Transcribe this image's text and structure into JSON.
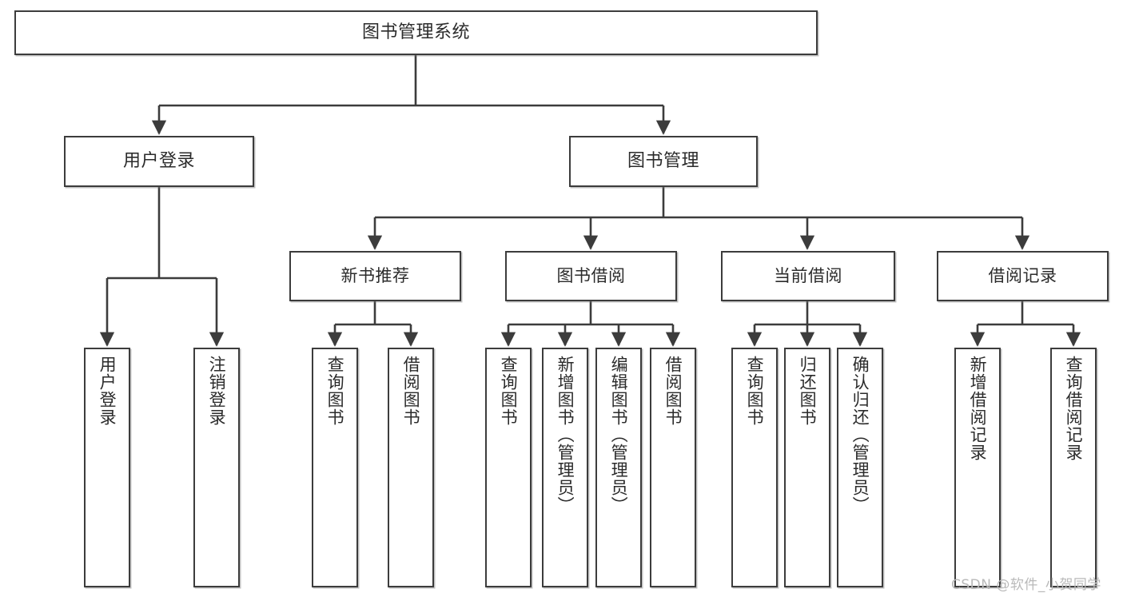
{
  "diagram": {
    "type": "tree-hierarchy-flowchart",
    "title": "图书管理系统",
    "orientation": "top-down",
    "box_stroke_color": "#3c3c3c",
    "box_fill_color": "#ffffff",
    "text_color": "#2b2b2b",
    "edge_color": "#3c3c3c",
    "nodes": {
      "root": {
        "label": "图书管理系统"
      },
      "level2": [
        {
          "id": "user-login",
          "label": "用户登录"
        },
        {
          "id": "book-manage",
          "label": "图书管理"
        }
      ],
      "level3": [
        {
          "id": "new-book-recommend",
          "label": "新书推荐"
        },
        {
          "id": "book-borrow",
          "label": "图书借阅"
        },
        {
          "id": "current-borrow",
          "label": "当前借阅"
        },
        {
          "id": "borrow-record",
          "label": "借阅记录"
        }
      ],
      "leaves": {
        "user_login": [
          {
            "id": "leaf-user-login",
            "label": "用户登录"
          },
          {
            "id": "leaf-logout-login",
            "label": "注销登录"
          }
        ],
        "new_book_recommend": [
          {
            "id": "leaf-query-book-1",
            "label": "查询图书"
          },
          {
            "id": "leaf-borrow-book-1",
            "label": "借阅图书"
          }
        ],
        "book_borrow": [
          {
            "id": "leaf-query-book-2",
            "label": "查询图书"
          },
          {
            "id": "leaf-add-book",
            "label": "新增图书（管理员）"
          },
          {
            "id": "leaf-edit-book",
            "label": "编辑图书（管理员）"
          },
          {
            "id": "leaf-borrow-book-2",
            "label": "借阅图书"
          }
        ],
        "current_borrow": [
          {
            "id": "leaf-query-book-3",
            "label": "查询图书"
          },
          {
            "id": "leaf-return-book",
            "label": "归还图书"
          },
          {
            "id": "leaf-confirm-return",
            "label": "确认归还（管理员）"
          }
        ],
        "borrow_record": [
          {
            "id": "leaf-add-record",
            "label": "新增借阅记录"
          },
          {
            "id": "leaf-query-record",
            "label": "查询借阅记录"
          }
        ]
      }
    }
  },
  "watermark": {
    "text": "CSDN @软件_小贺同学"
  }
}
